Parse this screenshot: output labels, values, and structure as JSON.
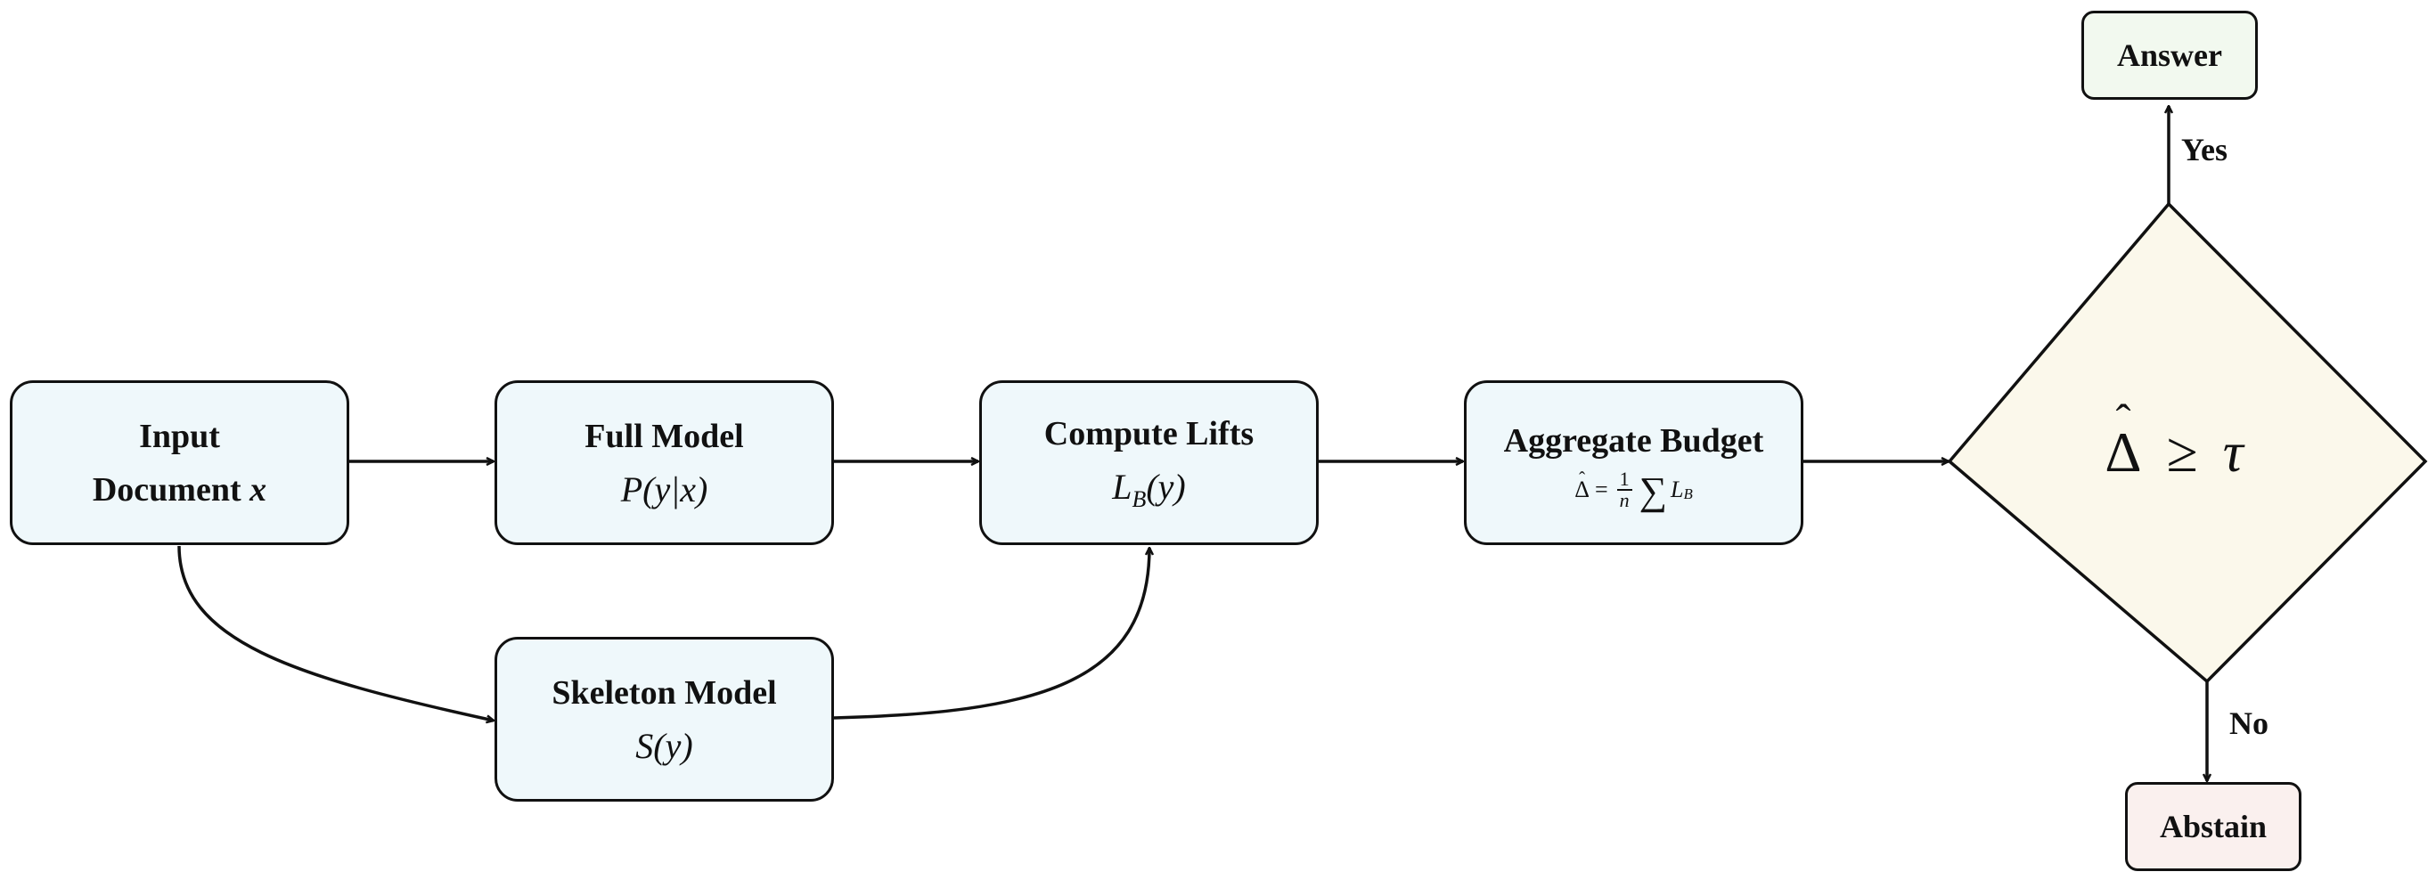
{
  "nodes": {
    "input": {
      "line1": "Input",
      "line2": "Document",
      "var": "x"
    },
    "full_model": {
      "title": "Full Model",
      "formula_fn": "P",
      "formula_args": "(y|x)"
    },
    "skeleton_model": {
      "title": "Skeleton Model",
      "formula_fn": "S",
      "formula_args": "(y)"
    },
    "compute_lifts": {
      "title": "Compute Lifts",
      "formula_fn": "L",
      "formula_sub": "B",
      "formula_args": "(y)"
    },
    "aggregate_budget": {
      "title": "Aggregate Budget",
      "delta": "Δ",
      "equals": "=",
      "frac_num": "1",
      "frac_den": "n",
      "sum": "∑",
      "term": "L",
      "term_sub": "B"
    },
    "decision": {
      "delta": "Δ",
      "op": "≥",
      "tau": "τ"
    },
    "answer": {
      "label": "Answer"
    },
    "abstain": {
      "label": "Abstain"
    }
  },
  "edges": {
    "yes_label": "Yes",
    "no_label": "No"
  },
  "colors": {
    "process_fill": "#eff8fb",
    "decision_fill": "#fbf8eb",
    "answer_fill": "#f2f9ef",
    "abstain_fill": "#faf0ee",
    "stroke": "#111111"
  }
}
